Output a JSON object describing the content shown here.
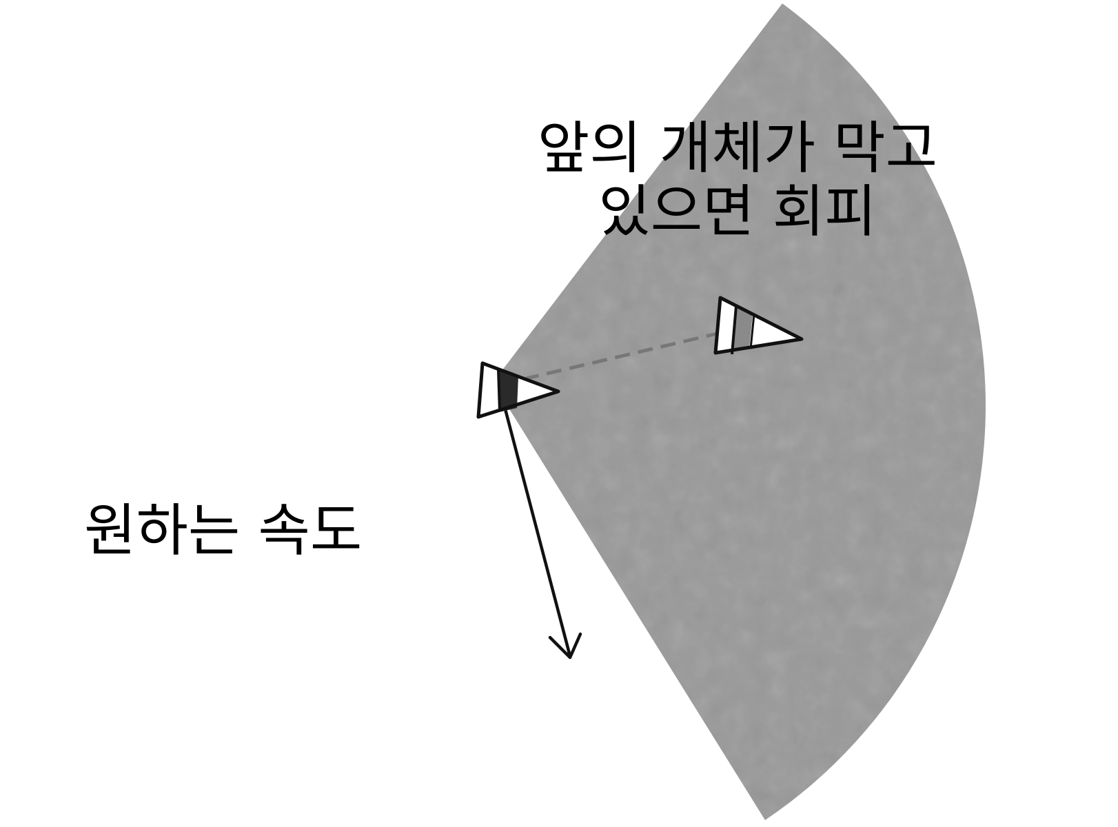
{
  "labels": {
    "avoid_line1": "앞의 개체가 막고",
    "avoid_line2": "있으면 회피",
    "desired_velocity": "원하는 속도"
  },
  "colors": {
    "vision_cone": "#999999",
    "outline": "#111111",
    "dashed_line": "#777777",
    "agent_band": "#2a2a2a",
    "neighbor_band": "#8a8a8a",
    "background": "#ffffff"
  }
}
